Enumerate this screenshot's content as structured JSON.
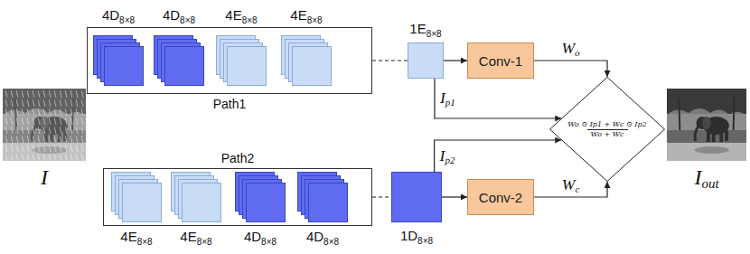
{
  "diagram": {
    "nodes": [
      {
        "text": [
          "Path1"
        ]
      },
      {
        "text": [
          "4D",
          "8×8"
        ],
        "in": 0
      },
      {
        "text": [
          "4D",
          "8×8"
        ],
        "in": 0
      },
      {
        "text": [
          "4E",
          "8×8"
        ],
        "in": 0
      },
      {
        "text": [
          "4E",
          "8×8"
        ],
        "in": 0
      },
      {
        "text": [
          "1E",
          "8×8"
        ]
      },
      {
        "text": [
          "Conv-1"
        ]
      },
      {
        "text": [
          "Wo ⊙ Ip1 + Wc ⊙ Ip2",
          "Wo + Wc"
        ]
      },
      {
        "text": [
          "Path2"
        ]
      },
      {
        "text": [
          "4E",
          "8×8"
        ],
        "in": 8
      },
      {
        "text": [
          "4E",
          "8×8"
        ],
        "in": 8
      },
      {
        "text": [
          "4D",
          "8×8"
        ],
        "in": 8
      },
      {
        "text": [
          "4D",
          "8×8"
        ],
        "in": 8
      },
      {
        "text": [
          "1D",
          "8×8"
        ]
      },
      {
        "text": [
          "Conv-2"
        ]
      }
    ],
    "edges": [
      {
        "from": 1,
        "to": 2,
        "arrow": "to"
      },
      {
        "from": 2,
        "to": 3,
        "arrow": "to"
      },
      {
        "from": 3,
        "to": 4,
        "arrow": "to"
      },
      {
        "from": 0,
        "to": 5,
        "arrow": "none"
      },
      {
        "from": 5,
        "to": 6,
        "arrow": "to"
      },
      {
        "from": 6,
        "to": 7,
        "label": "Wo",
        "arrow": "to"
      },
      {
        "from": 5,
        "to": 7,
        "label": "Ip1",
        "arrow": "to"
      },
      {
        "from": 9,
        "to": 10,
        "arrow": "to"
      },
      {
        "from": 10,
        "to": 11,
        "arrow": "to"
      },
      {
        "from": 11,
        "to": 12,
        "arrow": "to"
      },
      {
        "from": 8,
        "to": 13,
        "arrow": "none"
      },
      {
        "from": 13,
        "to": 14,
        "arrow": "to"
      },
      {
        "from": 14,
        "to": 7,
        "label": "Wc",
        "arrow": "to"
      },
      {
        "from": 13,
        "to": 7,
        "label": "Ip2",
        "arrow": "to"
      }
    ],
    "labels": [
      "I",
      "Iout"
    ]
  }
}
